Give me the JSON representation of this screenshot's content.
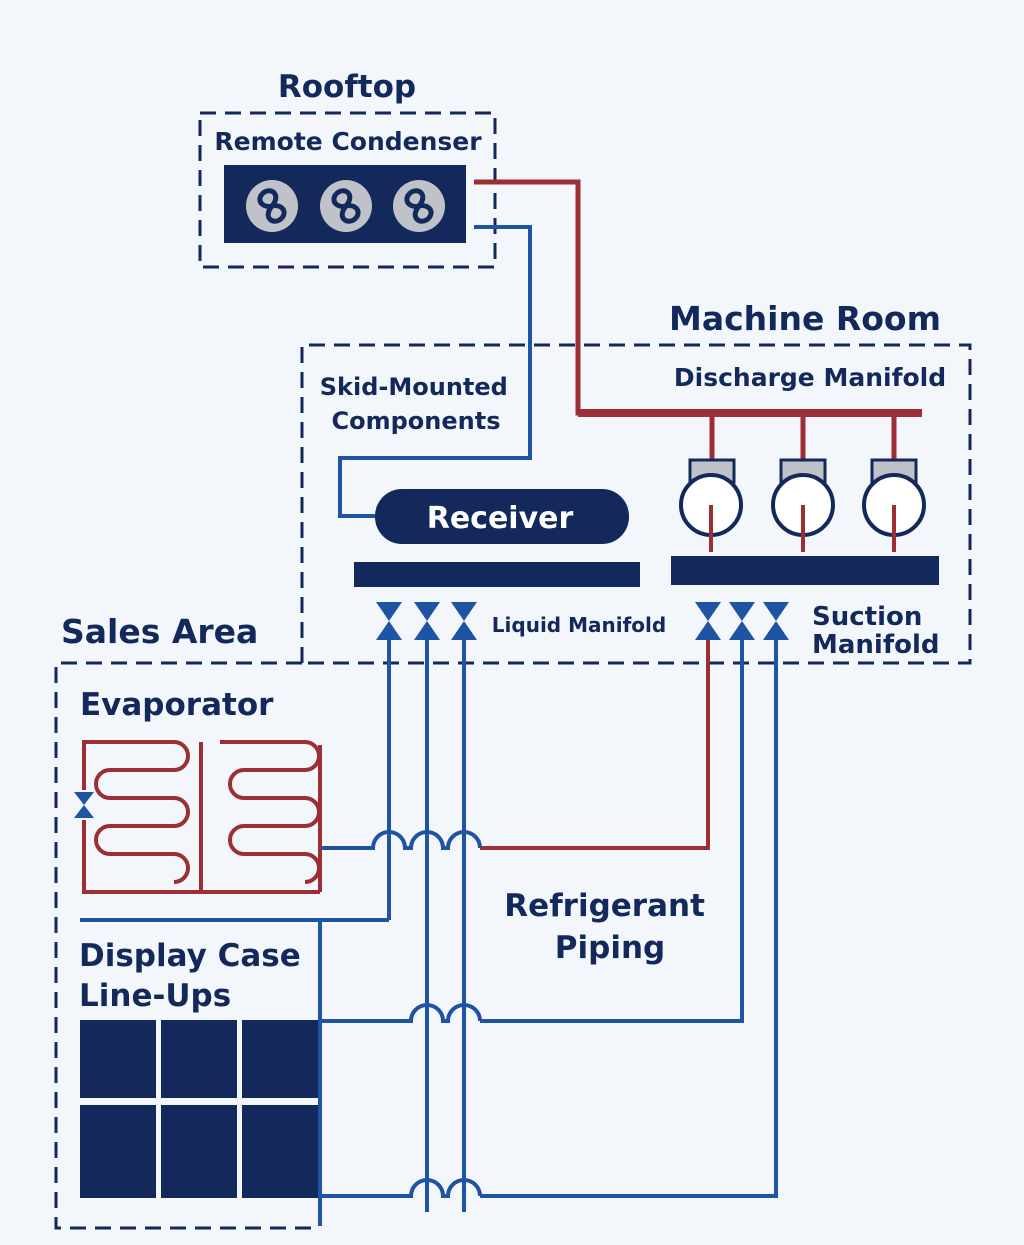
{
  "zones": {
    "rooftop": "Rooftop",
    "machine_room": "Machine Room",
    "sales_area": "Sales Area"
  },
  "components": {
    "remote_condenser": "Remote Condenser",
    "skid_mounted_line1": "Skid-Mounted",
    "skid_mounted_line2": "Components",
    "discharge_manifold": "Discharge Manifold",
    "receiver": "Receiver",
    "liquid_manifold": "Liquid Manifold",
    "suction_manifold_line1": "Suction",
    "suction_manifold_line2": "Manifold",
    "evaporator": "Evaporator",
    "display_case_line1": "Display Case",
    "display_case_line2": "Line-Ups",
    "refrigerant_piping_line1": "Refrigerant",
    "refrigerant_piping_line2": "Piping"
  },
  "colors": {
    "navy": "#13295b",
    "liquid_line_blue": "#1f53a3",
    "discharge_line_red": "#9c2f35",
    "background": "#f3f6fb",
    "fan_gray": "#bfc3c9"
  },
  "icons": {
    "condenser_fan": "fan-icon",
    "compressor": "compressor-icon",
    "valve": "valve-icon"
  }
}
